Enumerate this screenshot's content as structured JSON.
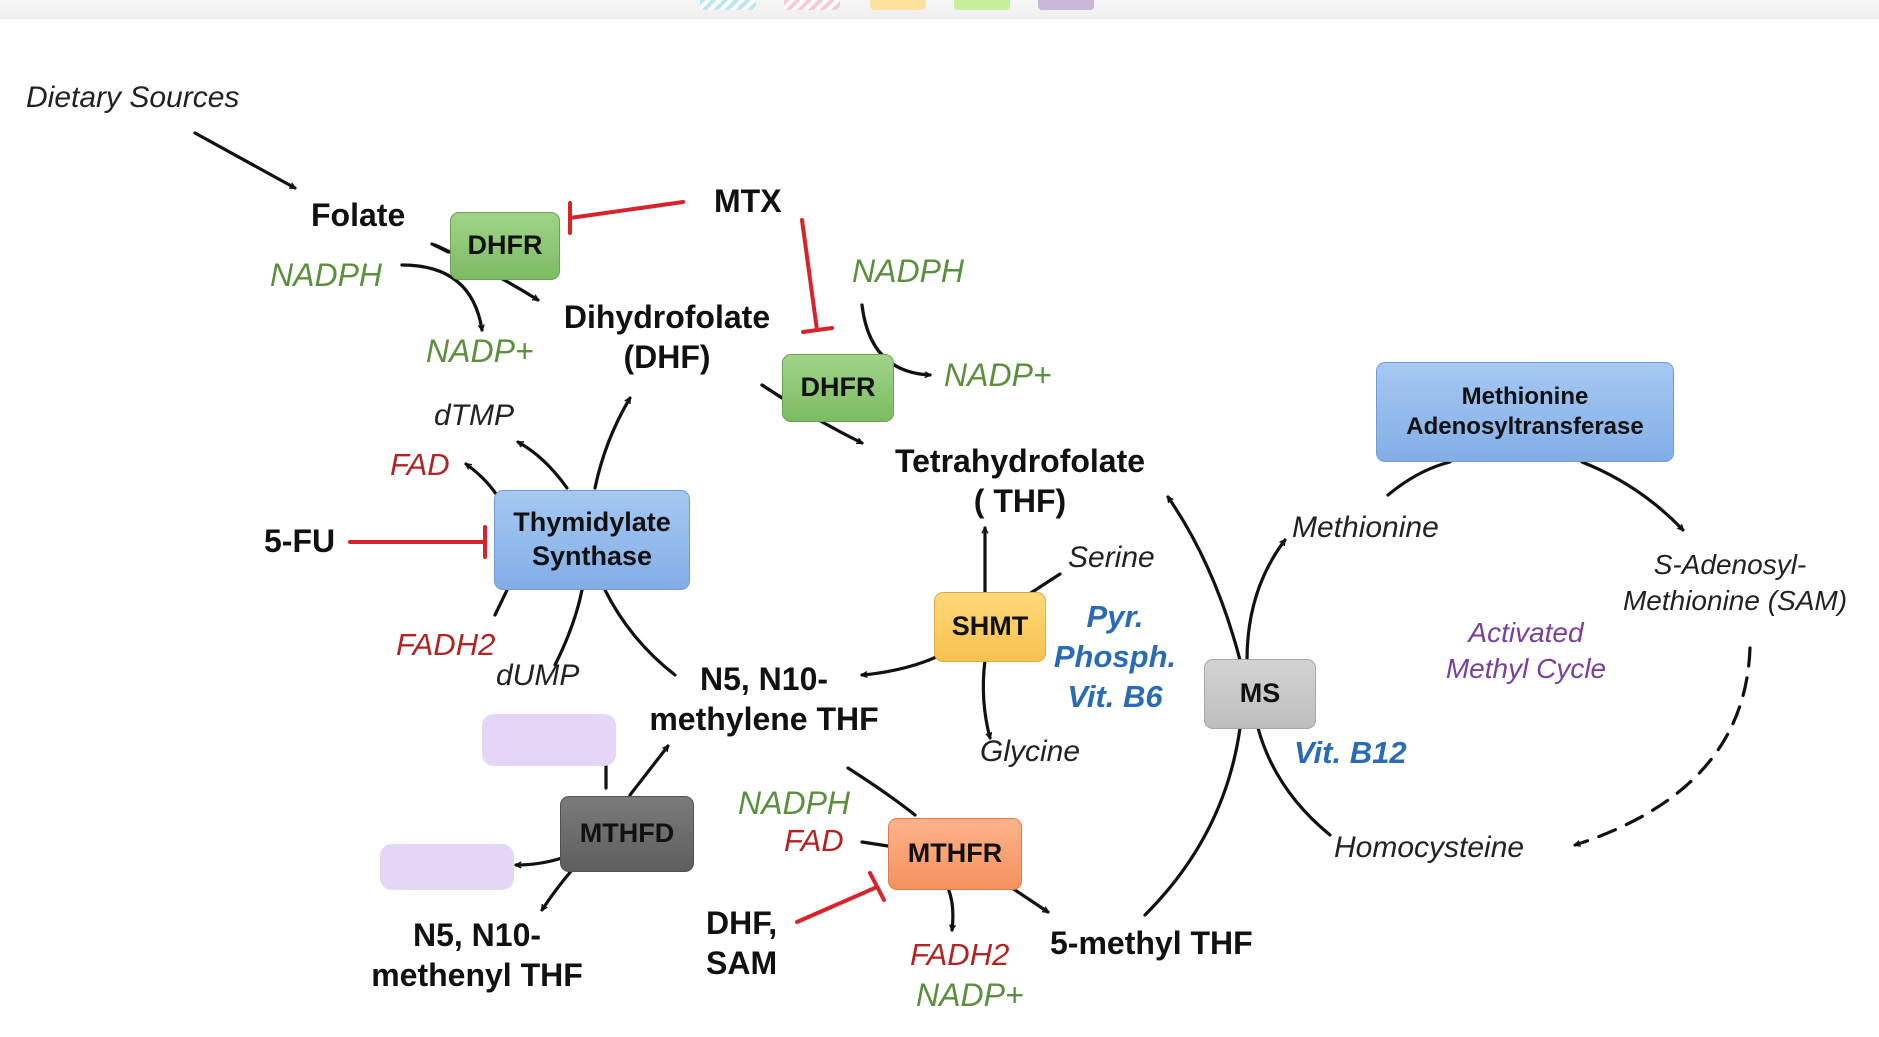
{
  "labels": {
    "dietary_sources": "Dietary Sources",
    "folate": "Folate",
    "mtx": "MTX",
    "nadph_1": "NADPH",
    "nadp_plus_1": "NADP+",
    "dihydrofolate": "Dihydrofolate",
    "dhf_abbr": "(DHF)",
    "nadph_2": "NADPH",
    "nadp_plus_2": "NADP+",
    "tetrahydrofolate": "Tetrahydrofolate",
    "thf_abbr": "( THF)",
    "dtmp": "dTMP",
    "fad_1": "FAD",
    "five_fu": "5-FU",
    "fadh2_1": "FADH2",
    "dump": "dUMP",
    "n5n10_methylene_line1": "N5, N10-",
    "n5n10_methylene_line2": "methylene THF",
    "serine": "Serine",
    "glycine": "Glycine",
    "pyr": "Pyr.",
    "phosph": "Phosph.",
    "vit_b6": "Vit. B6",
    "methionine": "Methionine",
    "sam_line1": "S-Adenosyl-",
    "sam_line2": "Methionine (SAM)",
    "activated_line1": "Activated",
    "activated_line2": "Methyl Cycle",
    "vit_b12": "Vit. B12",
    "homocysteine": "Homocysteine",
    "nadph_3": "NADPH",
    "fad_2": "FAD",
    "dhf_sam_line1": "DHF,",
    "dhf_sam_line2": "SAM",
    "fadh2_2": "FADH2",
    "nadp_plus_3": "NADP+",
    "five_methyl_thf": "5-methyl THF",
    "n5n10_methenyl_line1": "N5, N10-",
    "n5n10_methenyl_line2": "methenyl THF"
  },
  "enzymes": {
    "dhfr_1": "DHFR",
    "dhfr_2": "DHFR",
    "thymidylate_synthase_line1": "Thymidylate",
    "thymidylate_synthase_line2": "Synthase",
    "shmt": "SHMT",
    "ms": "MS",
    "mthfd": "MTHFD",
    "mthfr": "MTHFR",
    "mat_line1": "Methionine",
    "mat_line2": "Adenosyltransferase"
  },
  "colors": {
    "arrow": "#111111",
    "inhibition": "#d9232a",
    "cofactor_green": "#5a8f3c",
    "cofactor_red": "#b22323",
    "vitamin_blue": "#2a6bb5",
    "cycle_purple": "#7a3f9a",
    "dhfr_green": "#8ac672",
    "synthase_blue": "#93b9ec",
    "shmt_yellow": "#fccd62",
    "ms_gray": "#c6c6c6",
    "mthfd_darkgray": "#6c6c6c",
    "mthfr_orange": "#f8a171",
    "placeholder_lavender": "#e5d6f8"
  }
}
